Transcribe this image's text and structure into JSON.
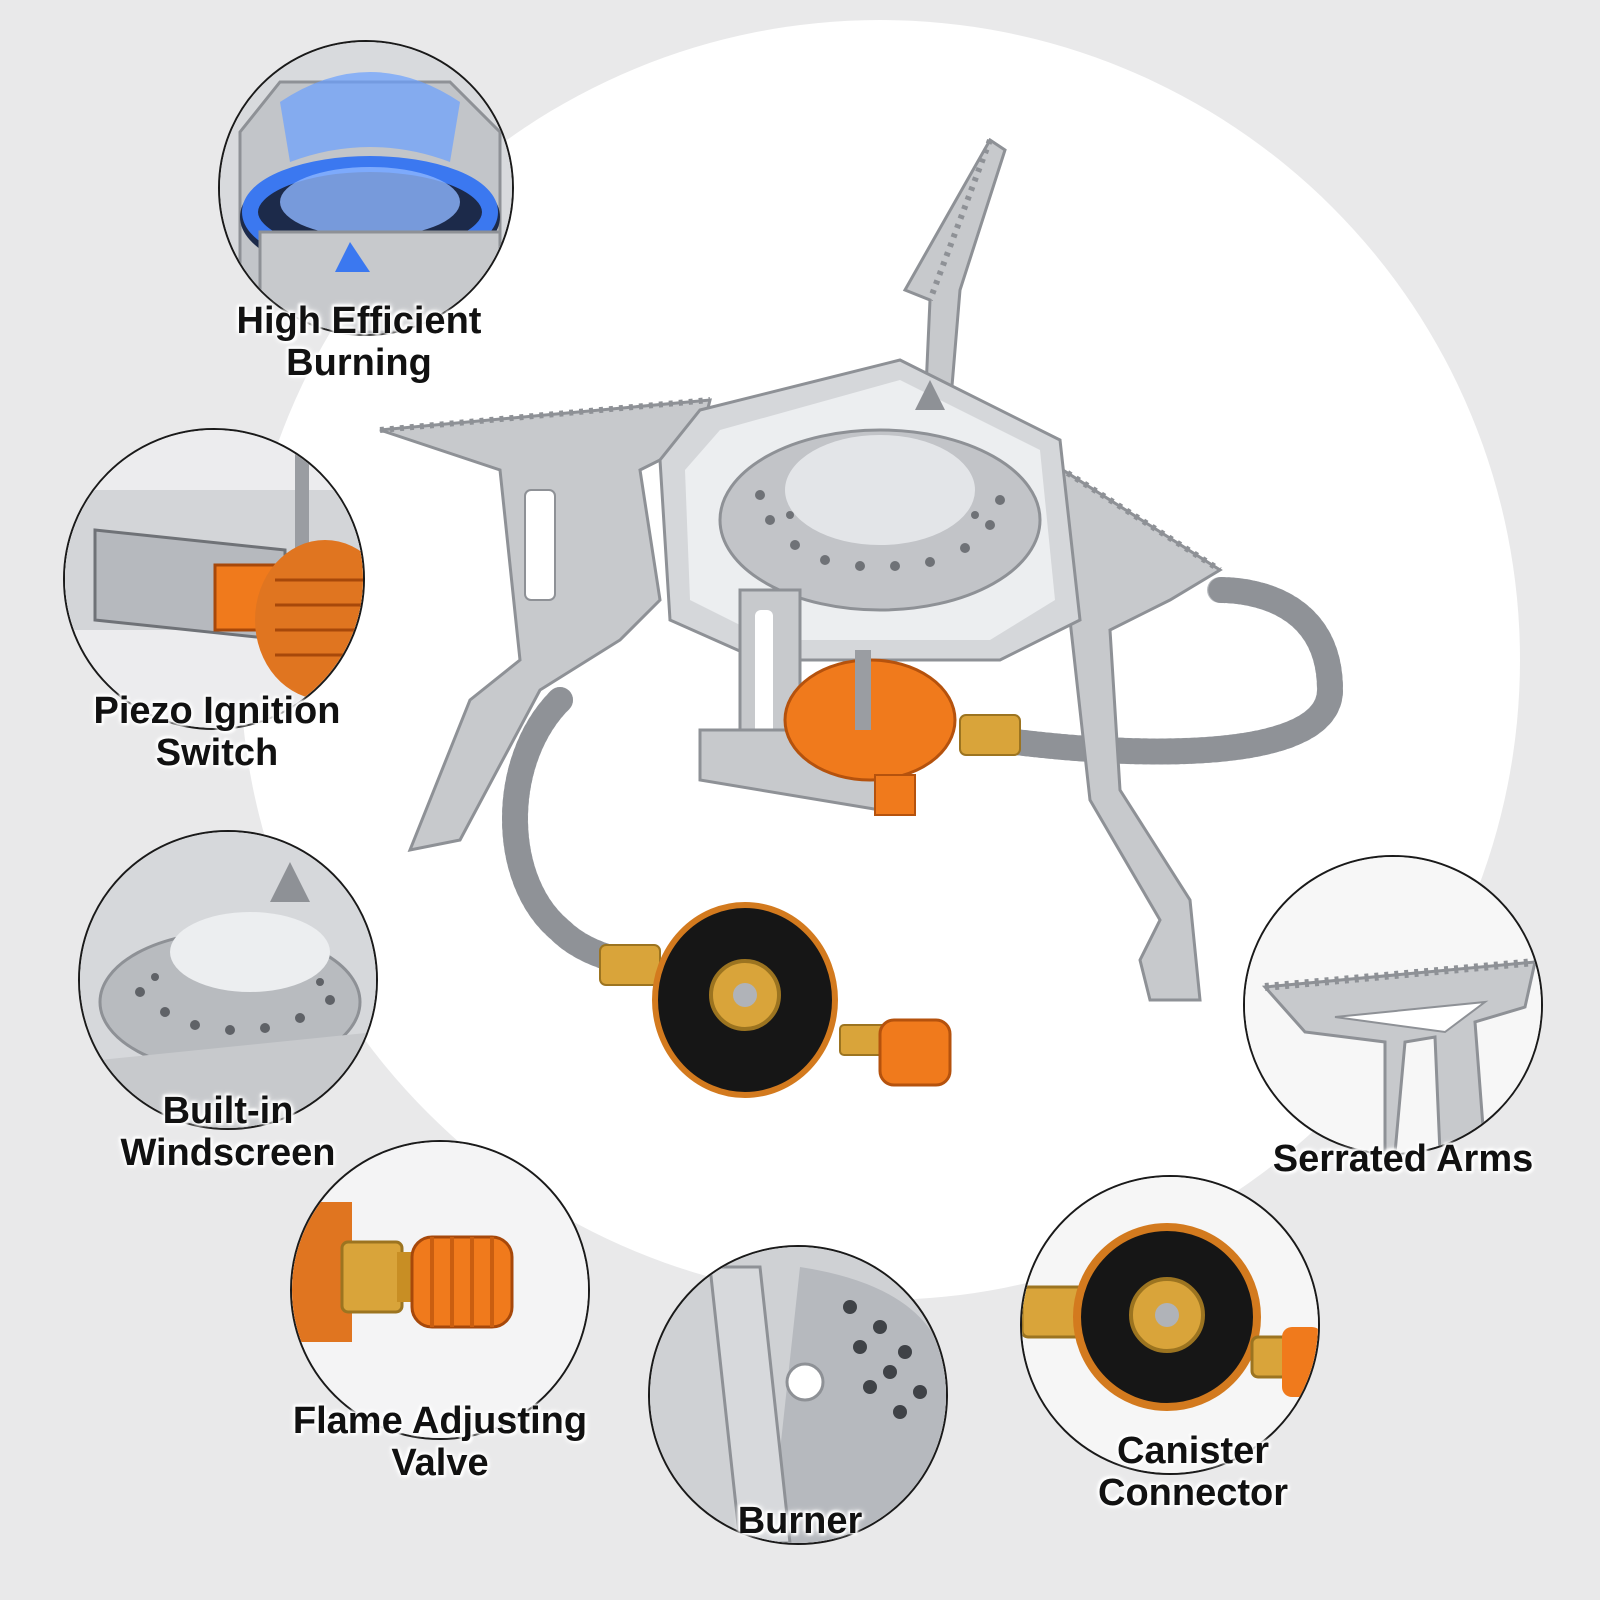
{
  "colors": {
    "background": "#e9e9ea",
    "backdrop_circle": "#ffffff",
    "steel": "#c7c9cc",
    "steel_dark": "#8e9196",
    "brass": "#d9a43a",
    "orange": "#f07a1c",
    "flame_blue": "#3b78f0",
    "badge_border": "#1a1a1a"
  },
  "features": [
    {
      "id": "burning",
      "lines": [
        "High Efficient",
        "Burning"
      ],
      "icon": "blue-flame-burner-icon"
    },
    {
      "id": "ignition",
      "lines": [
        "Piezo Ignition",
        "Switch"
      ],
      "icon": "piezo-igniter-icon"
    },
    {
      "id": "windscreen",
      "lines": [
        "Built-in",
        "Windscreen"
      ],
      "icon": "windscreen-burner-icon"
    },
    {
      "id": "valve",
      "lines": [
        "Flame Adjusting",
        "Valve"
      ],
      "icon": "adjusting-knob-icon"
    },
    {
      "id": "burner",
      "lines": [
        "Burner"
      ],
      "icon": "burner-closeup-icon"
    },
    {
      "id": "connector",
      "lines": [
        "Canister",
        "Connector"
      ],
      "icon": "canister-connector-icon"
    },
    {
      "id": "arms",
      "lines": [
        "Serrated Arms"
      ],
      "icon": "serrated-arm-icon"
    }
  ]
}
